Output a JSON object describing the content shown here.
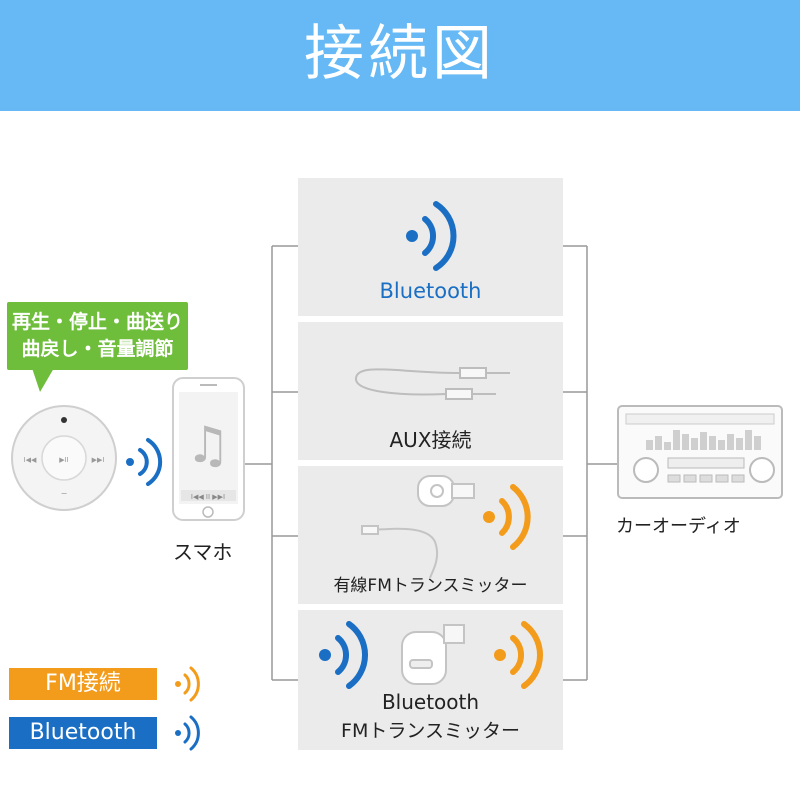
{
  "header": {
    "title": "接続図",
    "color": "#66b9f4"
  },
  "remote": {
    "speech": [
      "再生・停止・曲送り",
      "曲戻し・音量調節"
    ],
    "speech_color": "#6ebd3b"
  },
  "phone": {
    "label": "スマホ"
  },
  "methods": [
    {
      "label": "Bluetooth",
      "color": "#1a6fc4"
    },
    {
      "label": "AUX接続"
    },
    {
      "label": "有線FMトランスミッター"
    },
    {
      "label_lines": [
        "Bluetooth",
        "FMトランスミッター"
      ]
    }
  ],
  "car_audio": {
    "label": "カーオーディオ"
  },
  "legend": [
    {
      "label": "FM接続",
      "color": "#f39c1b",
      "icon": "fm-wave-icon"
    },
    {
      "label": "Bluetooth",
      "color": "#1a6fc4",
      "icon": "bluetooth-wave-icon"
    }
  ]
}
